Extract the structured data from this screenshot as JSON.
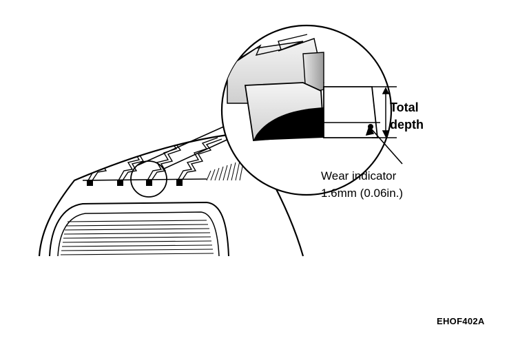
{
  "labels": {
    "total_depth": [
      "Total",
      "depth"
    ],
    "wear_indicator": [
      "Wear indicator",
      "1.6mm (0.06in.)"
    ],
    "figure_code": "EHOF402A"
  },
  "icons": [
    "tire-icon",
    "magnifier-circle-icon"
  ],
  "colors": {
    "ink": "#000000",
    "paper": "#ffffff"
  }
}
